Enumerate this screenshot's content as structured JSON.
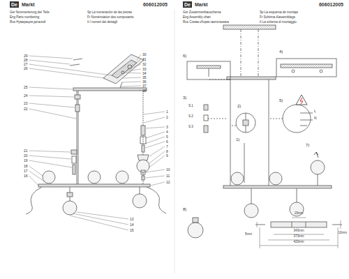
{
  "diagram": {
    "labels": [
      "De",
      "Markt",
      "606012005",
      "Ger Nummerierung der Teile",
      "Sp La numeración de las piezas",
      "Eng Parts numbering",
      "Fr Numérotation des composants",
      "Rus Нумерация деталей",
      "It I numeri dei dettagli",
      "De",
      "Markt",
      "606012005",
      "Ger Zusammenbauschema",
      "Sp La esquema de montaje",
      "Eng Assembly chart",
      "Fr Schéma d'assemblage",
      "Rus Схема сборки светильника",
      "It La schema di montaggio",
      "29",
      "28",
      "27",
      "26",
      "25",
      "24",
      "23",
      "22",
      "21",
      "20",
      "19",
      "18",
      "17",
      "16",
      "30",
      "31",
      "32",
      "33",
      "34",
      "35",
      "36",
      "37",
      "38",
      "1",
      "2",
      "3",
      "4",
      "5",
      "6",
      "7",
      "8",
      "9",
      "10",
      "11",
      "12",
      "13",
      "14",
      "15",
      "6)",
      "4)",
      "3)",
      "S.1",
      "S.2",
      "S.3",
      "2)",
      "5)",
      "L",
      "N",
      "1)",
      "7)",
      "8)",
      "15mm",
      "343mm",
      "373mm",
      "420mm",
      "5mm",
      "10mm"
    ]
  }
}
